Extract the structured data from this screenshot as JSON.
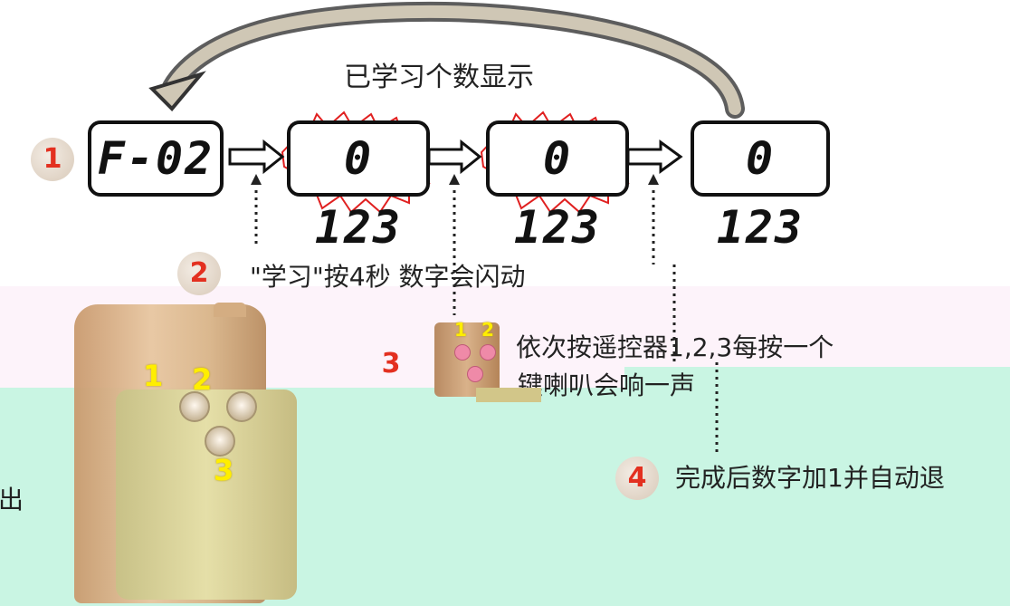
{
  "title": "已学习个数显示",
  "displays": [
    "F-02",
    "0 123",
    "0 123",
    "0 123"
  ],
  "step_numbers": [
    "1",
    "2",
    "3",
    "4"
  ],
  "step2_text": "\"学习\"按4秒 数字会闪动",
  "step3_line1": "依次按遥控器1,2,3每按一个",
  "step3_line2": "键喇叭会响一声",
  "step4_text": "完成后数字加1并自动退",
  "left_fragment": "退出",
  "remote_buttons": [
    "1",
    "2",
    "3"
  ],
  "small_remote_buttons": [
    "1",
    "2"
  ],
  "colors": {
    "flash_star": "#e02020",
    "step_number": "#e33020",
    "button_label": "#ffee00",
    "lower_band": "#c9f5e3"
  }
}
